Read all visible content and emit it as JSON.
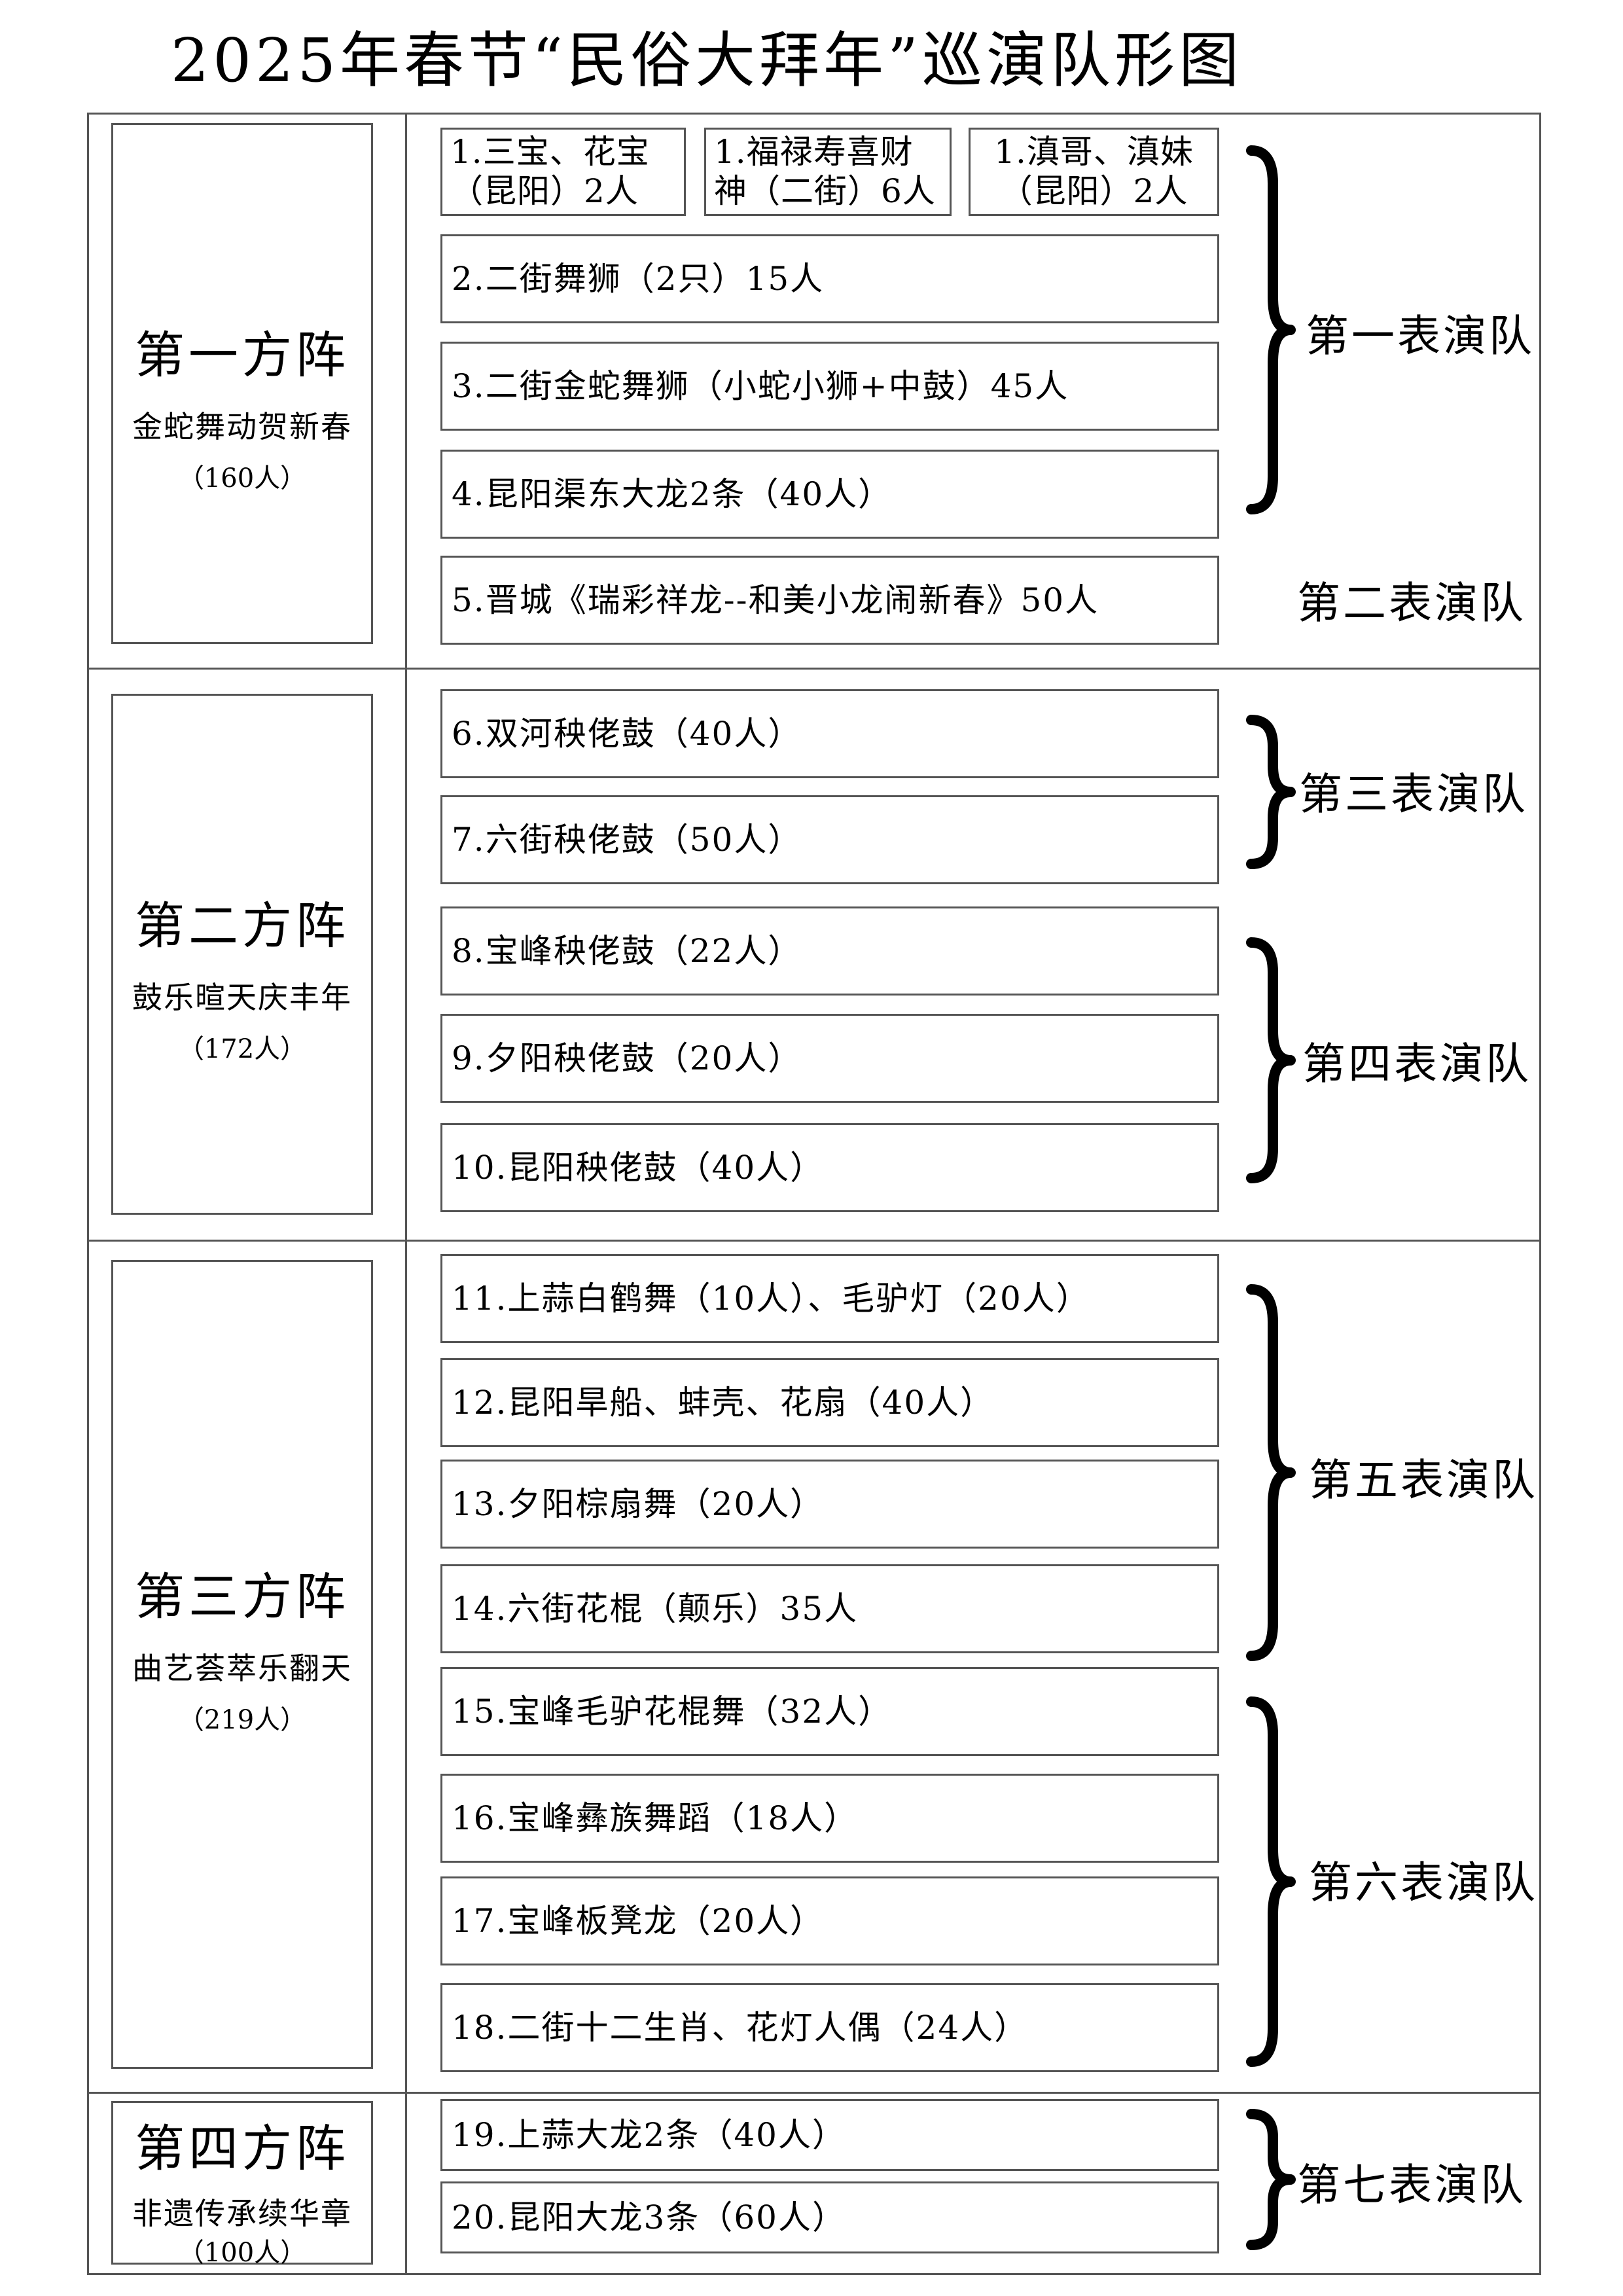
{
  "title": "2025年春节“民俗大拜年”巡演队形图",
  "phalanxes": [
    {
      "name": "第一方阵",
      "theme": "金蛇舞动贺新春",
      "count": "（160人）"
    },
    {
      "name": "第二方阵",
      "theme": "鼓乐暄天庆丰年",
      "count": "（172人）"
    },
    {
      "name": "第三方阵",
      "theme": "曲艺荟萃乐翻天",
      "count": "（219人）"
    },
    {
      "name": "第四方阵",
      "theme": "非遗传承续华章",
      "count": "（100人）"
    }
  ],
  "top_items": [
    {
      "line1": "1.三宝、花宝",
      "line2": "（昆阳）2人"
    },
    {
      "line1": "1.福禄寿喜财",
      "line2": "神（二街）6人"
    },
    {
      "line1": "1.滇哥、滇妹",
      "line2": "（昆阳）2人"
    }
  ],
  "items": [
    "2.二街舞狮（2只）15人",
    "3.二街金蛇舞狮（小蛇小狮+中鼓）45人",
    "4.昆阳渠东大龙2条（40人）",
    "5.晋城《瑞彩祥龙--和美小龙闹新春》50人",
    "6.双河秧佬鼓（40人）",
    "7.六街秧佬鼓（50人）",
    "8.宝峰秧佬鼓（22人）",
    "9.夕阳秧佬鼓（20人）",
    "10.昆阳秧佬鼓（40人）",
    "11.上蒜白鹤舞（10人）、毛驴灯（20人）",
    "12.昆阳旱船、蚌壳、花扇（40人）",
    "13.夕阳棕扇舞（20人）",
    "14.六街花棍（颠乐）35人",
    "15.宝峰毛驴花棍舞（32人）",
    "16.宝峰彝族舞蹈（18人）",
    "17.宝峰板凳龙（20人）",
    "18.二街十二生肖、花灯人偶（24人）",
    "19.上蒜大龙2条（40人）",
    "20.昆阳大龙3条（60人）"
  ],
  "groups": [
    "第一表演队",
    "第二表演队",
    "第三表演队",
    "第四表演队",
    "第五表演队",
    "第六表演队",
    "第七表演队"
  ]
}
